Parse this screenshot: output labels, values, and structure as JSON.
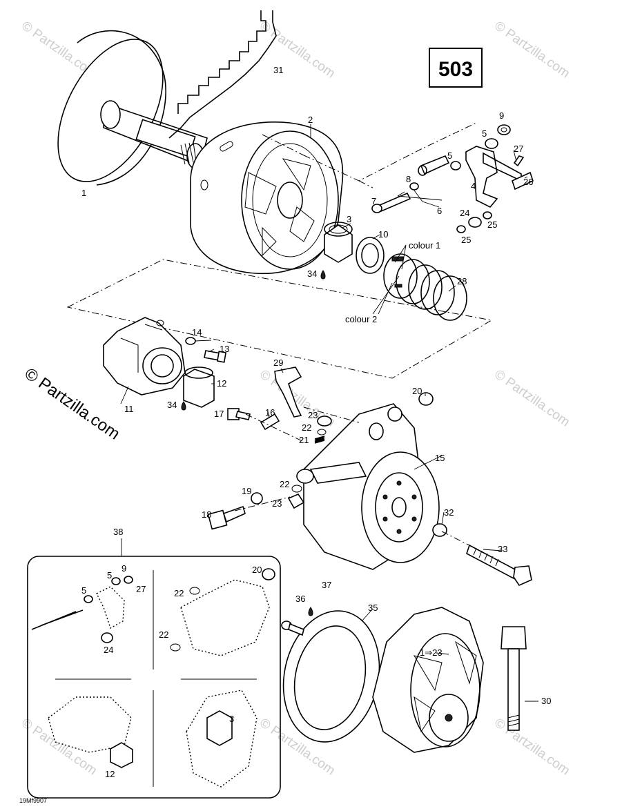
{
  "diagram": {
    "code": "503",
    "footer_code": "19Mf9907",
    "watermark_text": "© Partzilla.com",
    "callouts": {
      "p1": "1",
      "p2": "2",
      "p3": "3",
      "p4": "4",
      "p5a": "5",
      "p5b": "5",
      "p6": "6",
      "p7": "7",
      "p8": "8",
      "p9": "9",
      "p10": "10",
      "p11": "11",
      "p12": "12",
      "p13": "13",
      "p14": "14",
      "p15": "15",
      "p16": "16",
      "p17": "17",
      "p18": "18",
      "p19": "19",
      "p20": "20",
      "p21": "21",
      "p22a": "22",
      "p22b": "22",
      "p23a": "23",
      "p23b": "23",
      "p24": "24",
      "p25a": "25",
      "p25b": "25",
      "p26": "26",
      "p27": "27",
      "p28": "28",
      "p29": "29",
      "p30": "30",
      "p31": "31",
      "p32": "32",
      "p33": "33",
      "p34a": "34",
      "p34b": "34",
      "p35": "35",
      "p36": "36",
      "p37": "37",
      "p38": "38",
      "p1to23": "1⇒23",
      "colour1": "colour 1",
      "colour2": "colour 2"
    },
    "inset_callouts": {
      "i5a": "5",
      "i5b": "5",
      "i9": "9",
      "i27": "27",
      "i24": "24",
      "i20": "20",
      "i22a": "22",
      "i22b": "22",
      "i3": "3",
      "i12": "12"
    }
  }
}
